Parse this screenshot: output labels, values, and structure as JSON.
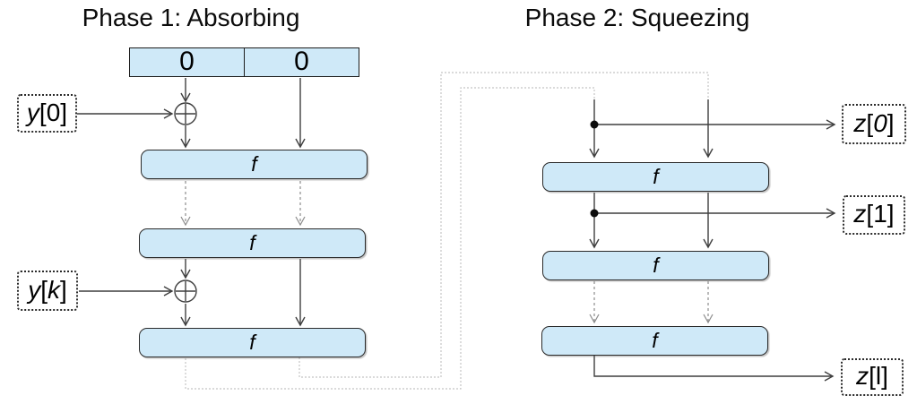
{
  "phases": {
    "phase1": {
      "title": "Phase 1: Absorbing"
    },
    "phase2": {
      "title": "Phase 2: Squeezing"
    }
  },
  "initial_state": {
    "cells": [
      "0",
      "0"
    ]
  },
  "absorb": {
    "rounds": [
      {
        "label": "f"
      },
      {
        "label": "f"
      },
      {
        "label": "f"
      }
    ],
    "inputs": [
      {
        "label": "y[0]",
        "segs": [
          "y",
          "[0]"
        ]
      },
      {
        "label": "y[k]",
        "segs": [
          "y",
          "[",
          "k",
          "]"
        ]
      }
    ]
  },
  "squeeze": {
    "rounds": [
      {
        "label": "f"
      },
      {
        "label": "f"
      },
      {
        "label": "f"
      }
    ],
    "outputs": [
      {
        "label": "z[0]",
        "segs": [
          "z",
          "[",
          "0",
          "]"
        ]
      },
      {
        "label": "z[1]",
        "segs": [
          "z",
          "[1]"
        ]
      },
      {
        "label": "z[l]",
        "segs": [
          "z",
          "[l]"
        ]
      }
    ]
  },
  "icons": {
    "xor": "xor-circle-plus",
    "junction": "filled-dot"
  },
  "colors": {
    "box_fill": "#cfe9f8",
    "box_border": "#2a2a2a",
    "solid_line": "#3f3f3f",
    "dashed_line": "#8c8c8c",
    "feedback_line": "#c4c4c4"
  }
}
